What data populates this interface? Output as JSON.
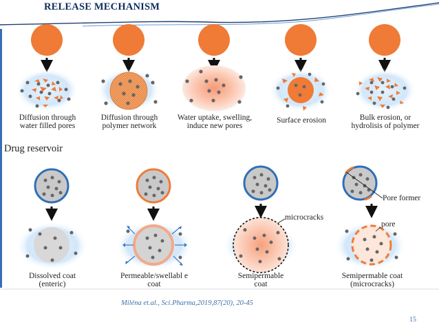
{
  "slide": {
    "title": "RELEASE MECHANISM",
    "citation": "Miléna et.al., Sci.Pharma,2019,87(20), 20-45",
    "page_number": "15"
  },
  "matrix_row": {
    "labels": [
      "Diffusion through water filled pores",
      "Diffusion through polymer network",
      "Water uptake, swelling, induce new pores",
      "Surface erosion",
      "Bulk erosion, or hydrolisis of polymer"
    ]
  },
  "reservoir_row": {
    "section_label": "Drug reservoir",
    "labels": [
      "Dissolved coat (enteric)",
      "Permeable/swellabl e coat",
      "Semipermable coat",
      "Semipermable coat (microcracks)"
    ],
    "annotations": {
      "microcracks": "microcracks",
      "pore_former": "Pore former",
      "pore": "pore"
    }
  },
  "colors": {
    "title_navy": "#0e2c5b",
    "drug_particle": "#666666",
    "matrix_orange": "#ef7b36",
    "glow_blue": "#cfe6fa",
    "coat_blue": "#2f6fb6",
    "citation_blue": "#3d6fa8"
  }
}
